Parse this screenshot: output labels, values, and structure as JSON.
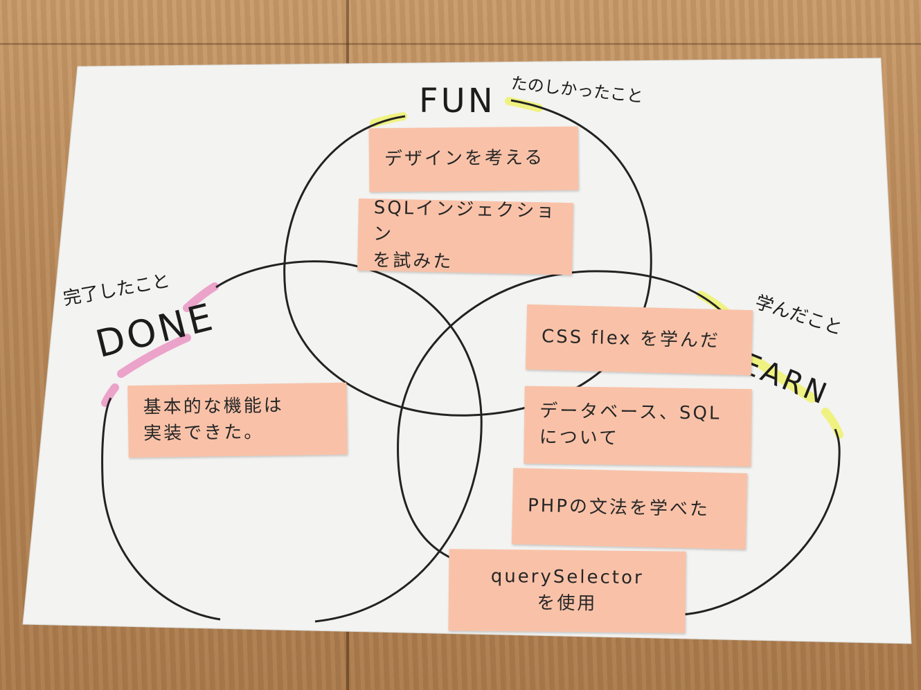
{
  "labels": {
    "fun": "FUN",
    "fun_sub": "たのしかったこと",
    "done": "DONE",
    "done_sub": "完了したこと",
    "learn": "EARN",
    "learn_sub": "学んだこと"
  },
  "notes": {
    "design": [
      "デザインを考える"
    ],
    "sql_injection": [
      "SQLインジェクション",
      "を試みた"
    ],
    "basic": [
      "基本的な機能は",
      "実装できた。"
    ],
    "css_flex": [
      "CSS flex を学んだ"
    ],
    "database": [
      "データベース、SQL",
      "について"
    ],
    "php": [
      "PHPの文法を学べた"
    ],
    "query_selector": [
      "querySelector",
      "を使用"
    ]
  },
  "colors": {
    "note": "#f9c2a8",
    "paper": "#f4f4f2",
    "ink": "#1c1c1c",
    "highlight_yellow": "#eef25a",
    "highlight_pink": "#e98fc0"
  }
}
